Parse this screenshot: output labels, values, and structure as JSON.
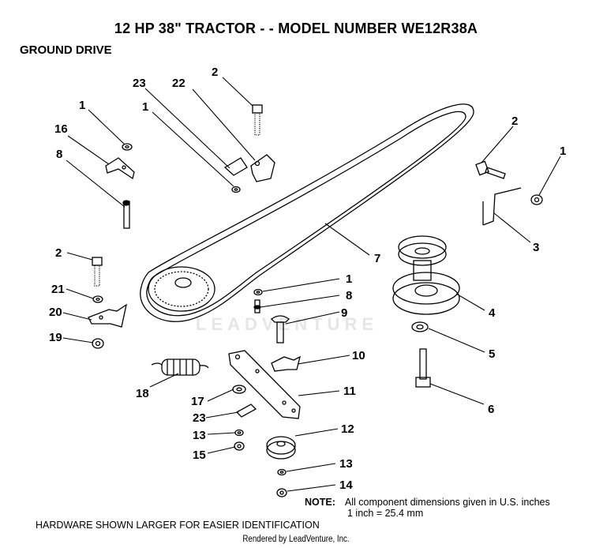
{
  "title": "12 HP 38\" TRACTOR - - MODEL NUMBER WE12R38A",
  "subtitle": "GROUND DRIVE",
  "watermark": "LEADVENTURE",
  "note": {
    "label": "NOTE:",
    "line1": "All component dimensions given in U.S. inches",
    "line2": "1 inch = 25.4 mm"
  },
  "footer": "HARDWARE SHOWN LARGER FOR EASIER IDENTIFICATION",
  "rendered_by": "Rendered by LeadVenture, Inc.",
  "callouts": [
    "2",
    "23",
    "22",
    "1",
    "1",
    "16",
    "8",
    "2",
    "1",
    "3",
    "7",
    "2",
    "21",
    "20",
    "19",
    "1",
    "8",
    "9",
    "4",
    "5",
    "10",
    "11",
    "18",
    "17",
    "23",
    "13",
    "15",
    "12",
    "13",
    "14",
    "6"
  ]
}
